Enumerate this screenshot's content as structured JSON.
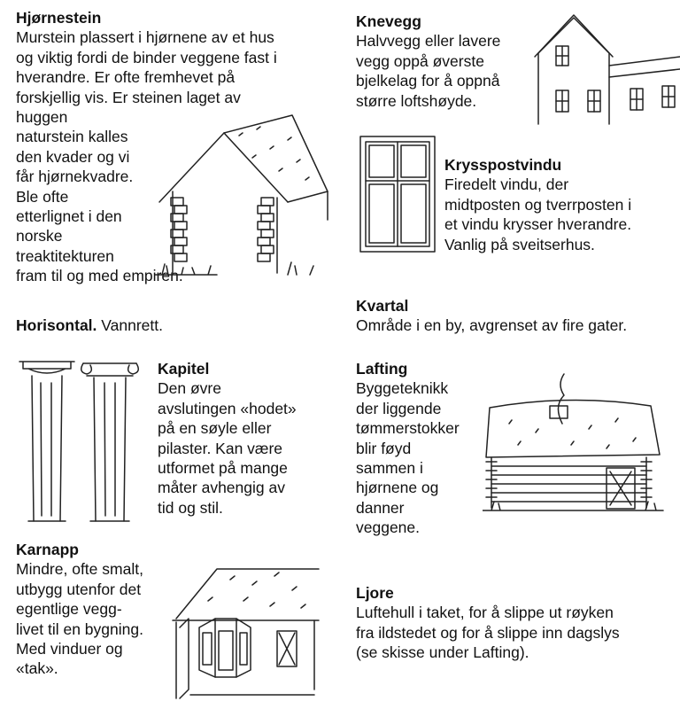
{
  "hjornestein": {
    "title": "Hjørnestein",
    "lines": [
      "Murstein plassert i hjørnene av et hus",
      "og viktig fordi de binder veggene fast i",
      "hverandre. Er ofte fremhevet på",
      "forskjellig vis. Er steinen laget av",
      "huggen",
      "naturstein kalles",
      "den kvader og vi",
      "får hjørnekvadre.",
      "Ble ofte",
      "etterlignet i den",
      "norske",
      "treaktitekturen",
      "fram til og med empiren."
    ]
  },
  "horisontal": {
    "title": "Horisontal.",
    "text": " Vannrett."
  },
  "kapitel": {
    "title": "Kapitel",
    "lines": [
      "Den øvre",
      "avslutingen «hodet»",
      "på en søyle eller",
      "pilaster. Kan være",
      "utformet på mange",
      "måter avhengig av",
      "tid og stil."
    ]
  },
  "karnapp": {
    "title": "Karnapp",
    "lines": [
      "Mindre, ofte smalt,",
      "utbygg utenfor det",
      "egentlige vegg-",
      "livet til en bygning.",
      "Med vinduer og",
      "«tak»."
    ]
  },
  "knevegg": {
    "title": "Knevegg",
    "lines": [
      "Halvvegg eller lavere",
      "vegg oppå øverste",
      "bjelkelag for å oppnå",
      "større loftshøyde."
    ]
  },
  "krysspostvindu": {
    "title": "Krysspostvindu",
    "lines": [
      "Firedelt vindu, der",
      "midtposten og tverrposten i",
      "et vindu krysser hverandre.",
      "Vanlig på sveitserhus."
    ]
  },
  "kvartal": {
    "title": "Kvartal",
    "lines": [
      "Område i en by, avgrenset av fire gater."
    ]
  },
  "lafting": {
    "title": "Lafting",
    "lines": [
      "Byggeteknikk",
      "der liggende",
      "tømmerstokker",
      "blir føyd",
      "sammen i",
      "hjørnene og",
      "danner",
      "veggene."
    ]
  },
  "ljore": {
    "title": "Ljore",
    "lines": [
      "Luftehull i taket, for å slippe ut røyken",
      "fra ildstedet og for å slippe inn dagslys",
      "(se skisse under Lafting)."
    ]
  }
}
